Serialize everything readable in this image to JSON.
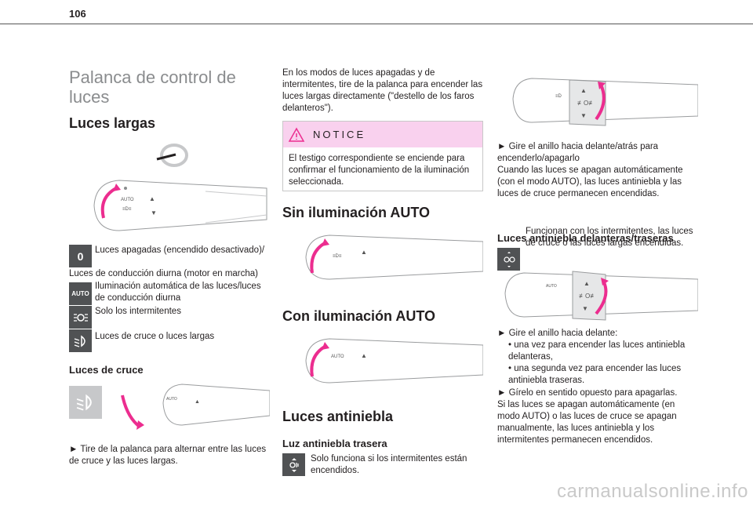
{
  "page_number": "106",
  "title": "Palanca de control de luces",
  "col1": {
    "h_luces_largas": "Luces largas",
    "item_off_line1": "Luces apagadas (encendido desactivado)/",
    "item_off_line2": "Luces de conducción diurna (motor en marcha)",
    "item_auto": "Iluminación automática de las luces/luces de conducción diurna",
    "item_side": "Solo los intermitentes",
    "item_dipped": "Luces de cruce o luces largas",
    "h_luces_cruce": "Luces de cruce",
    "cruce_text": "► Tire de la palanca para alternar entre las luces de cruce y las luces largas.",
    "badge_off": "0",
    "badge_auto": "AUTO"
  },
  "col2": {
    "intro": "En los modos de luces apagadas y de intermitentes, tire de la palanca para encender las luces largas directamente (\"destello de los faros delanteros\").",
    "notice_label": "NOTICE",
    "notice_text": "El testigo correspondiente se enciende para confirmar el funcionamiento de la iluminación seleccionada.",
    "h_sin_auto": "Sin iluminación AUTO",
    "h_con_auto": "Con iluminación AUTO",
    "h_antiniebla": "Luces antiniebla",
    "h_trasera": "Luz antiniebla trasera",
    "trasera_text": "Solo funciona si los intermitentes están encendidos."
  },
  "col3": {
    "gire_text": "► Gire el anillo hacia delante/atrás para encenderlo/apagarlo",
    "cuando_text": "Cuando las luces se apagan automáticamente (con el modo AUTO), las luces antiniebla y las luces de cruce permanecen encendidas.",
    "h_del_tras": "Luces antiniebla delanteras/traseras",
    "funcionan_text": "Funcionan con los intermitentes, las luces de cruce o las luces largas encendidas.",
    "gire2": "► Gire el anillo hacia delante:",
    "bullet1": "• una vez para encender las luces antiniebla delanteras,",
    "bullet2": "• una segunda vez para encender las luces antiniebla traseras.",
    "girelo": "► Gírelo en sentido opuesto para apagarlas.",
    "si_text": "Si las luces se apagan automáticamente (en modo AUTO) o las luces de cruce se apagan manualmente, las luces antiniebla y los intermitentes permanecen encendidos."
  },
  "watermark": "carmanualsonline.info",
  "colors": {
    "accent": "#ec2d8f",
    "notice_bg": "#f9d1ee",
    "title_gray": "#8a8c8e",
    "icon_bg": "#505254"
  }
}
